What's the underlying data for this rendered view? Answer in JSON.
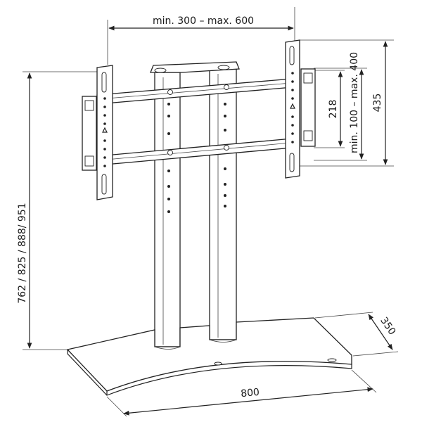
{
  "diagram": {
    "dimensions": {
      "width_range": "min. 300 – max. 600",
      "height_range": "762 / 825 / 888/ 951",
      "vesa_vertical_range": "min. 100 – max. 400",
      "vesa_vertical_fixed": "218",
      "bracket_height": "435",
      "base_width": "800",
      "base_depth": "350"
    },
    "colors": {
      "line": "#222222",
      "background": "#ffffff"
    }
  }
}
